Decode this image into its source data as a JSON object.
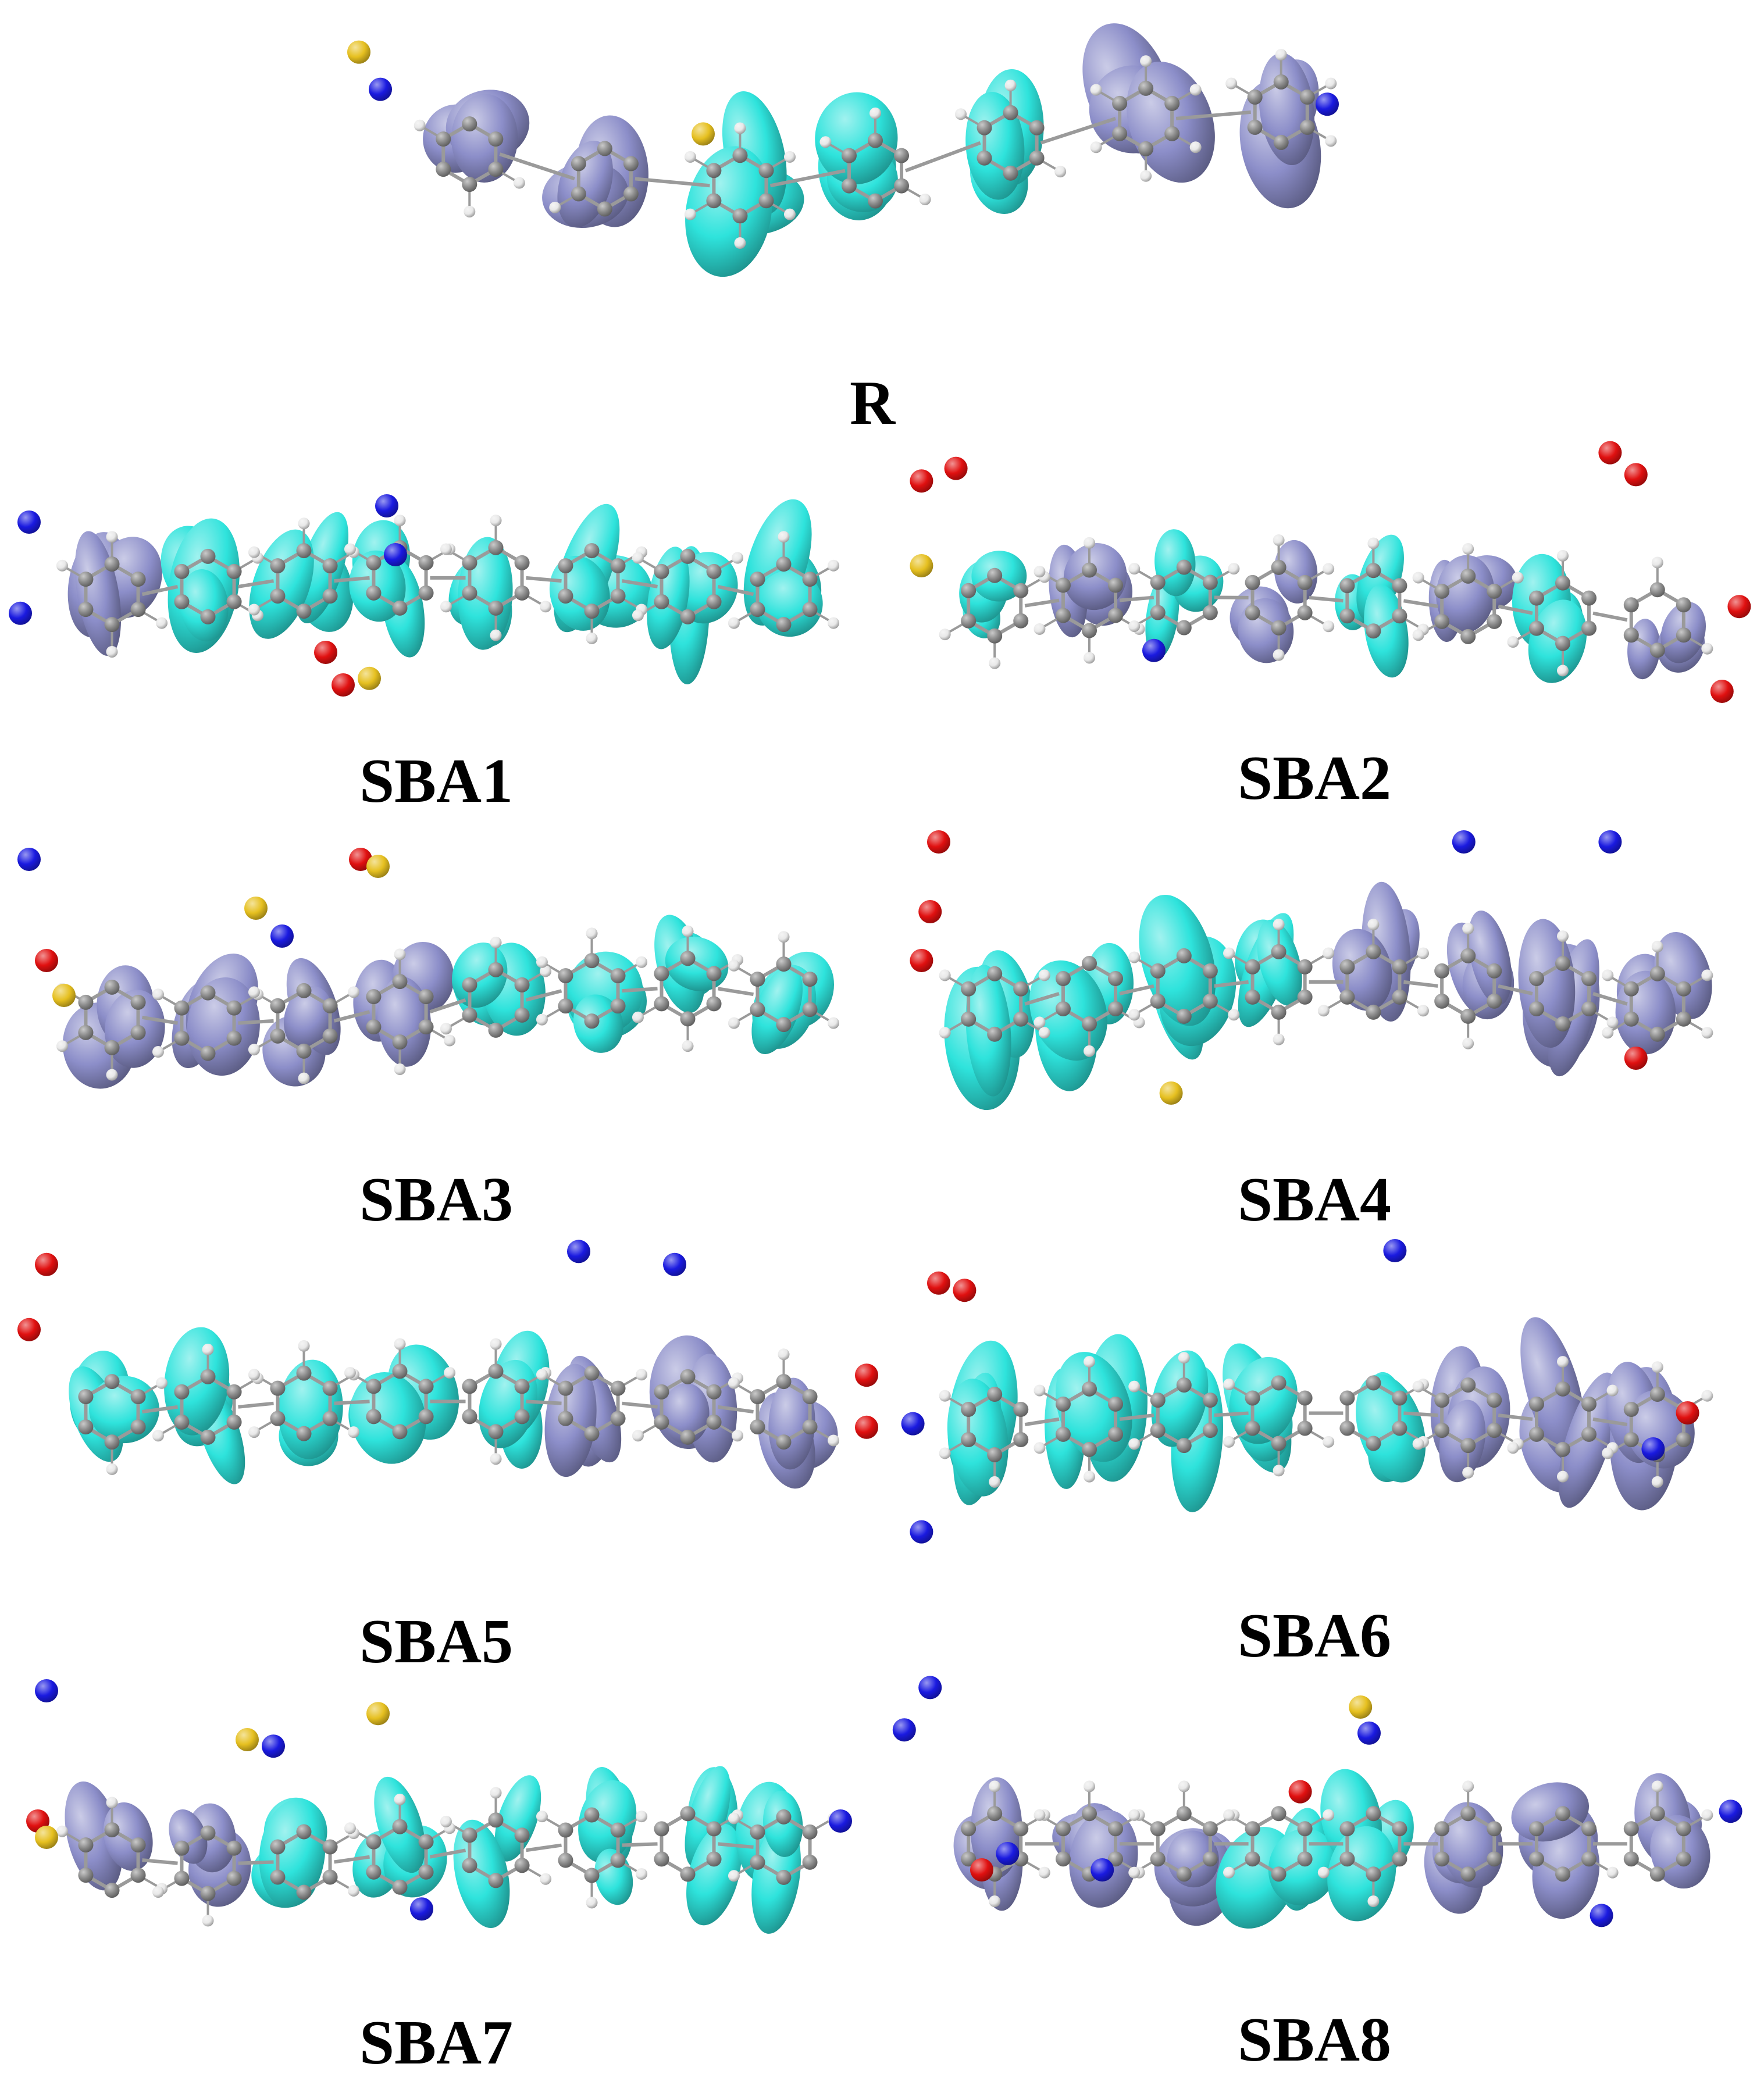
{
  "colors": {
    "background": "#ffffff",
    "positive_lobe": "#2ee3dc",
    "negative_lobe": "#8c8ec9",
    "carbon": "#8a8a8a",
    "hydrogen": "#e8e8e8",
    "nitrogen": "#1a1ae0",
    "oxygen": "#e01010",
    "sulfur": "#e6c020",
    "bond": "#9a9a9a",
    "label": "#000000"
  },
  "structures": [
    {
      "id": "R",
      "label": "R"
    },
    {
      "id": "SBA1",
      "label": "SBA1"
    },
    {
      "id": "SBA2",
      "label": "SBA2"
    },
    {
      "id": "SBA3",
      "label": "SBA3"
    },
    {
      "id": "SBA4",
      "label": "SBA4"
    },
    {
      "id": "SBA5",
      "label": "SBA5"
    },
    {
      "id": "SBA6",
      "label": "SBA6"
    },
    {
      "id": "SBA7",
      "label": "SBA7"
    },
    {
      "id": "SBA8",
      "label": "SBA8"
    }
  ]
}
